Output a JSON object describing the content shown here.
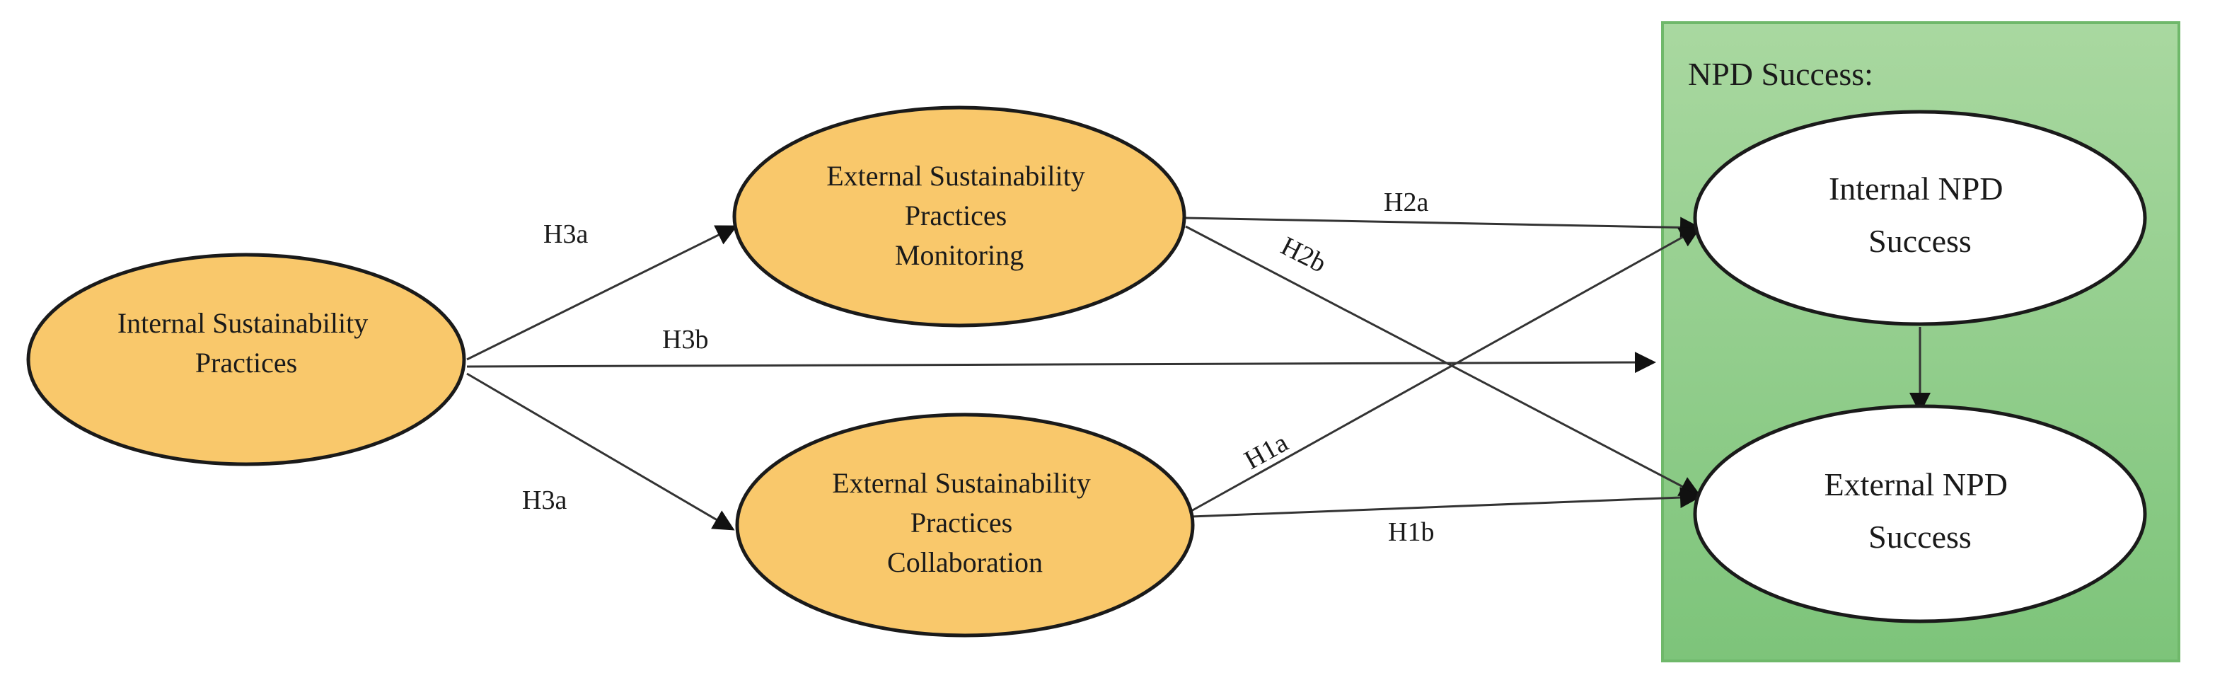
{
  "colors": {
    "node_fill": "#F9C86B",
    "node_stroke": "#1a1a1a",
    "group_fill_top": "#A9D8A0",
    "group_fill_bottom": "#7DC47A",
    "group_stroke": "#6FB86A",
    "outcome_fill": "#ffffff",
    "edge": "#333333"
  },
  "group": {
    "label": "NPD Success:"
  },
  "nodes": {
    "isp": {
      "lines": [
        "Internal Sustainability",
        "Practices"
      ]
    },
    "espm": {
      "lines": [
        "External Sustainability",
        "Practices",
        "Monitoring"
      ]
    },
    "espc": {
      "lines": [
        "External Sustainability",
        "Practices",
        "Collaboration"
      ]
    },
    "inpd": {
      "lines": [
        "Internal NPD",
        "Success"
      ]
    },
    "enpd": {
      "lines": [
        "External NPD",
        "Success"
      ]
    }
  },
  "edges": [
    {
      "id": "isp-espm",
      "label": "H3a"
    },
    {
      "id": "isp-espc",
      "label": "H3a"
    },
    {
      "id": "isp-group",
      "label": "H3b"
    },
    {
      "id": "espm-inpd",
      "label": "H2a"
    },
    {
      "id": "espm-enpd",
      "label": "H2b"
    },
    {
      "id": "espc-inpd",
      "label": "H1a"
    },
    {
      "id": "espc-enpd",
      "label": "H1b"
    },
    {
      "id": "inpd-enpd",
      "label": ""
    }
  ]
}
